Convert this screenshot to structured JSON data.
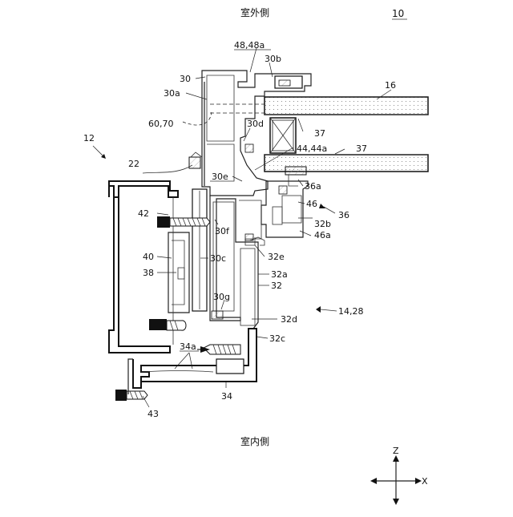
{
  "labels": {
    "outdoor": "室外側",
    "indoor": "室内側",
    "fig": "10",
    "l48": "48,48a",
    "l30b": "30b",
    "l16": "16",
    "l30": "30",
    "l30a": "30a",
    "l6070": "60,70",
    "l30d": "30d",
    "l37a": "37",
    "l4444a": "44,44a",
    "l37b": "37",
    "l12": "12",
    "l22": "22",
    "l30e": "30e",
    "l36a": "36a",
    "l46": "46",
    "l36": "36",
    "l42": "42",
    "l32b": "32b",
    "l30f": "30f",
    "l46a": "46a",
    "l32e": "32e",
    "l40": "40",
    "l30c": "30c",
    "l38": "38",
    "l32a": "32a",
    "l32": "32",
    "l30g": "30g",
    "l1428": "14,28",
    "l32d": "32d",
    "l32c": "32c",
    "l34a": "34a",
    "l34": "34",
    "l43": "43",
    "axisZ": "Z",
    "axisX": "X"
  }
}
